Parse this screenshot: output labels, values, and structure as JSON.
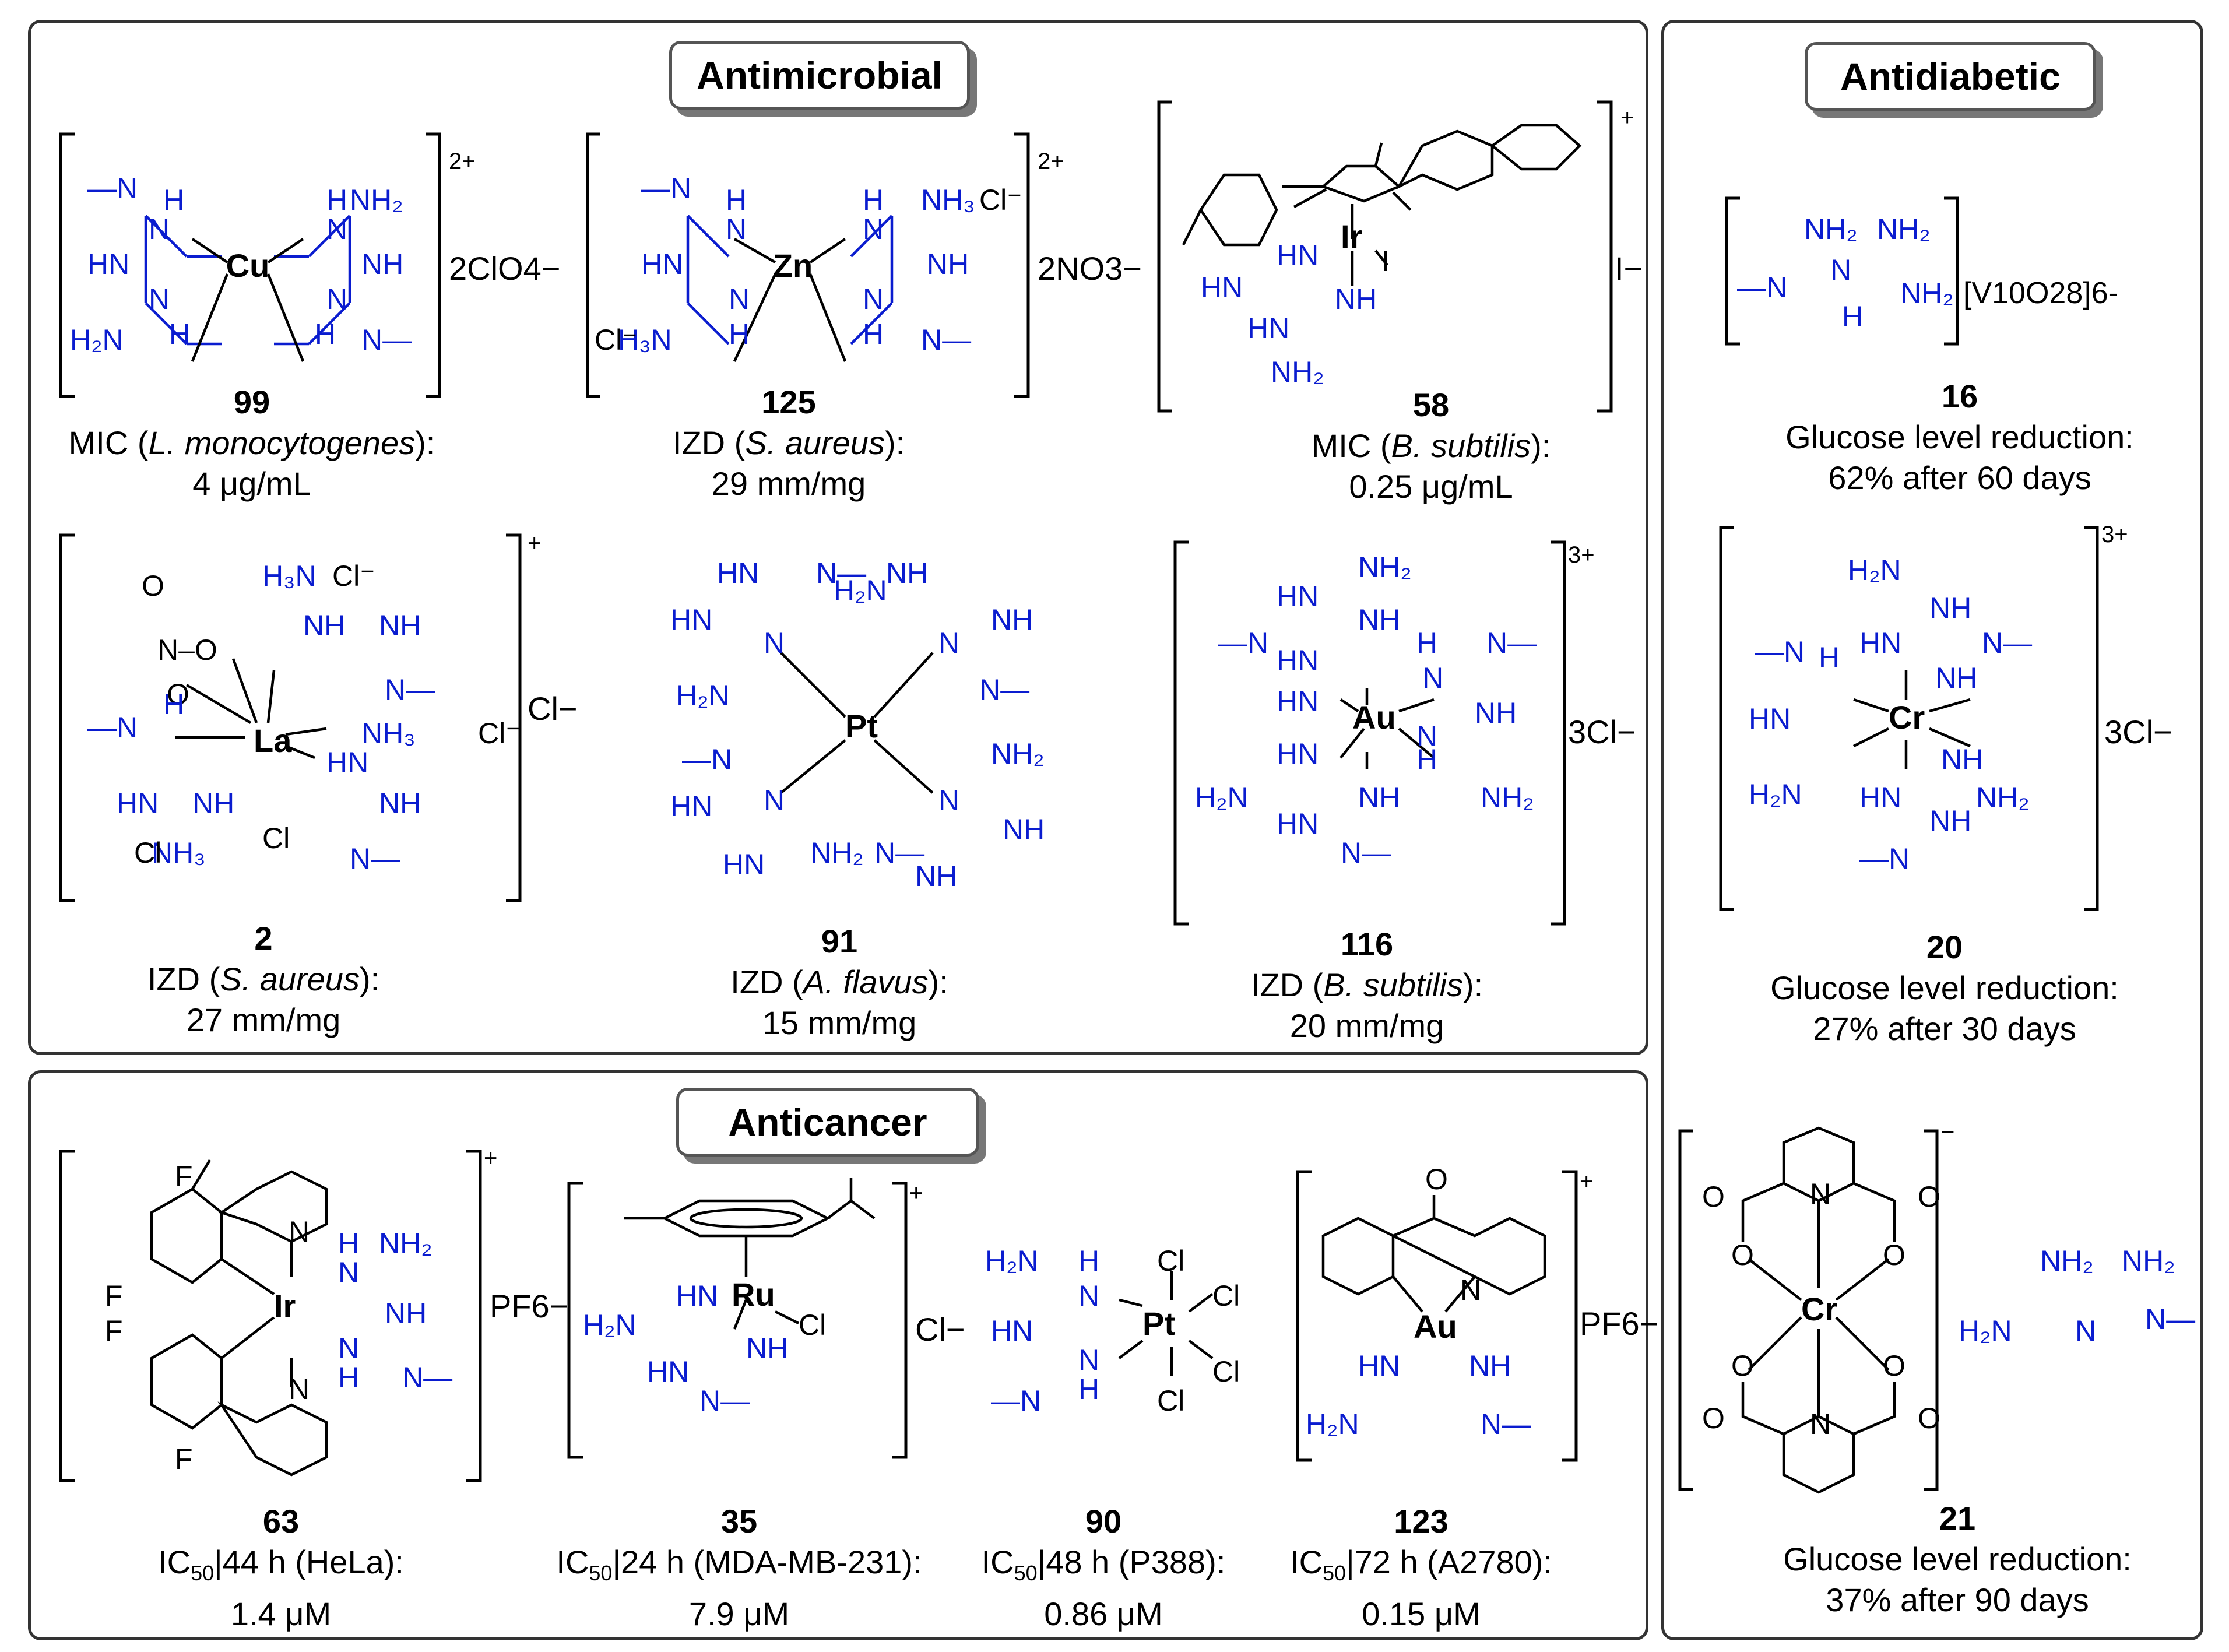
{
  "panels": {
    "antimicrobial": {
      "title": "Antimicrobial"
    },
    "anticancer": {
      "title": "Anticancer"
    },
    "antidiabetic": {
      "title": "Antidiabetic"
    }
  },
  "compounds": {
    "c99": {
      "number": "99",
      "line1_a": "MIC (",
      "line1_italic": "L. monocytogenes",
      "line1_b": "):",
      "line2": "4 μg/mL"
    },
    "c125": {
      "number": "125",
      "line1_a": "IZD (",
      "line1_italic": "S. aureus",
      "line1_b": "):",
      "line2": "29 mm/mg"
    },
    "c58": {
      "number": "58",
      "line1_a": "MIC (",
      "line1_italic": "B. subtilis",
      "line1_b": "):",
      "line2": "0.25 μg/mL"
    },
    "c2": {
      "number": "2",
      "line1_a": "IZD (",
      "line1_italic": "S. aureus",
      "line1_b": "):",
      "line2": "27 mm/mg"
    },
    "c91": {
      "number": "91",
      "line1_a": "IZD (",
      "line1_italic": "A. flavus",
      "line1_b": "):",
      "line2": "15 mm/mg"
    },
    "c116": {
      "number": "116",
      "line1_a": "IZD (",
      "line1_italic": "B. subtilis",
      "line1_b": "):",
      "line2": "20 mm/mg"
    },
    "c63": {
      "number": "63",
      "ic": "IC",
      "ic_sub": "50",
      "line1": "|44 h (HeLa):",
      "line2": "1.4 μM"
    },
    "c35": {
      "number": "35",
      "ic": "IC",
      "ic_sub": "50",
      "line1": "|24 h (MDA-MB-231):",
      "line2": "7.9 μM"
    },
    "c90": {
      "number": "90",
      "ic": "IC",
      "ic_sub": "50",
      "line1": "|48 h (P388):",
      "line2": "0.86 μM"
    },
    "c123": {
      "number": "123",
      "ic": "IC",
      "ic_sub": "50",
      "line1": "|72 h (A2780):",
      "line2": "0.15 μM"
    },
    "c16": {
      "number": "16",
      "line1": "Glucose level reduction:",
      "line2": "62% after 60 days"
    },
    "c20": {
      "number": "20",
      "line1": "Glucose level reduction:",
      "line2": "27% after 30 days"
    },
    "c21": {
      "number": "21",
      "line1": "Glucose level reduction:",
      "line2": "37% after 90 days"
    }
  },
  "metals": {
    "cu": "Cu",
    "zn": "Zn",
    "ir58": "Ir",
    "la": "La",
    "pt91": "Pt",
    "au116": "Au",
    "ir63": "Ir",
    "ru": "Ru",
    "pt90": "Pt",
    "au123": "Au",
    "cr20": "Cr",
    "cr21": "Cr"
  },
  "counterions": {
    "c99": "2ClO4−",
    "c125": "2NO3−",
    "c58": "I−",
    "c2": "Cl−",
    "c116": "3Cl−",
    "c63": "PF6−",
    "c35": "Cl−",
    "c123": "PF6−",
    "c20": "3Cl−",
    "c16": "[V10O28]6-"
  },
  "charges": {
    "c99": "2+",
    "c125": "2+",
    "c58": "+",
    "c2": "+",
    "c116": "3+",
    "c63": "+",
    "c35": "+",
    "c123": "+",
    "c20": "3+",
    "c21": "−"
  },
  "colors": {
    "ligand": "#0a1ccf",
    "frame": "#333333",
    "text": "#000000"
  }
}
